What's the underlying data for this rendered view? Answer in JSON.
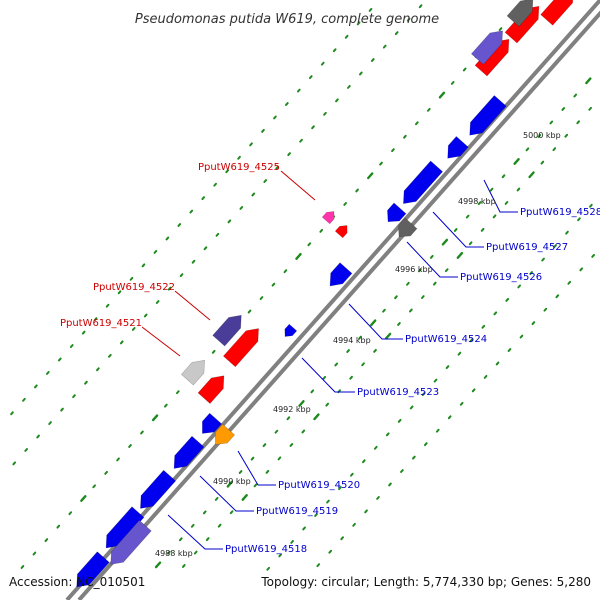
{
  "title": "Pseudomonas putida W619, complete genome",
  "footer": {
    "accession": "Accession: NC_010501",
    "topology": "Topology: circular; Length: 5,774,330 bp; Genes: 5,280"
  },
  "colors": {
    "background": "#ffffff",
    "backbone": "#808080",
    "tick_dots": "#1e8a1e",
    "label_forward": "#cc0000",
    "label_reverse": "#0000cc",
    "gene_forward": "#ff0000",
    "gene_reverse": "#0000ee",
    "gene_pink": "#ff33aa",
    "gene_orange": "#ff9900",
    "gene_gray": "#606060",
    "gene_lightgray": "#c8c8c8",
    "gene_purple": "#6655cc",
    "gene_indigo": "#4a3d99"
  },
  "scale_markers": [
    {
      "label": "4988 kbp"
    },
    {
      "label": "4990 kbp"
    },
    {
      "label": "4992 kbp"
    },
    {
      "label": "4994 kbp"
    },
    {
      "label": "4996 kbp"
    },
    {
      "label": "4998 kbp"
    },
    {
      "label": "5000 kbp"
    }
  ],
  "gene_labels": [
    {
      "name": "PputW619_4525",
      "strand": "forward"
    },
    {
      "name": "PputW619_4522",
      "strand": "forward"
    },
    {
      "name": "PputW619_4521",
      "strand": "forward"
    },
    {
      "name": "PputW619_4528",
      "strand": "reverse"
    },
    {
      "name": "PputW619_4527",
      "strand": "reverse"
    },
    {
      "name": "PputW619_4526",
      "strand": "reverse"
    },
    {
      "name": "PputW619_4524",
      "strand": "reverse"
    },
    {
      "name": "PputW619_4523",
      "strand": "reverse"
    },
    {
      "name": "PputW619_4520",
      "strand": "reverse"
    },
    {
      "name": "PputW619_4519",
      "strand": "reverse"
    },
    {
      "name": "PputW619_4518",
      "strand": "reverse"
    }
  ]
}
